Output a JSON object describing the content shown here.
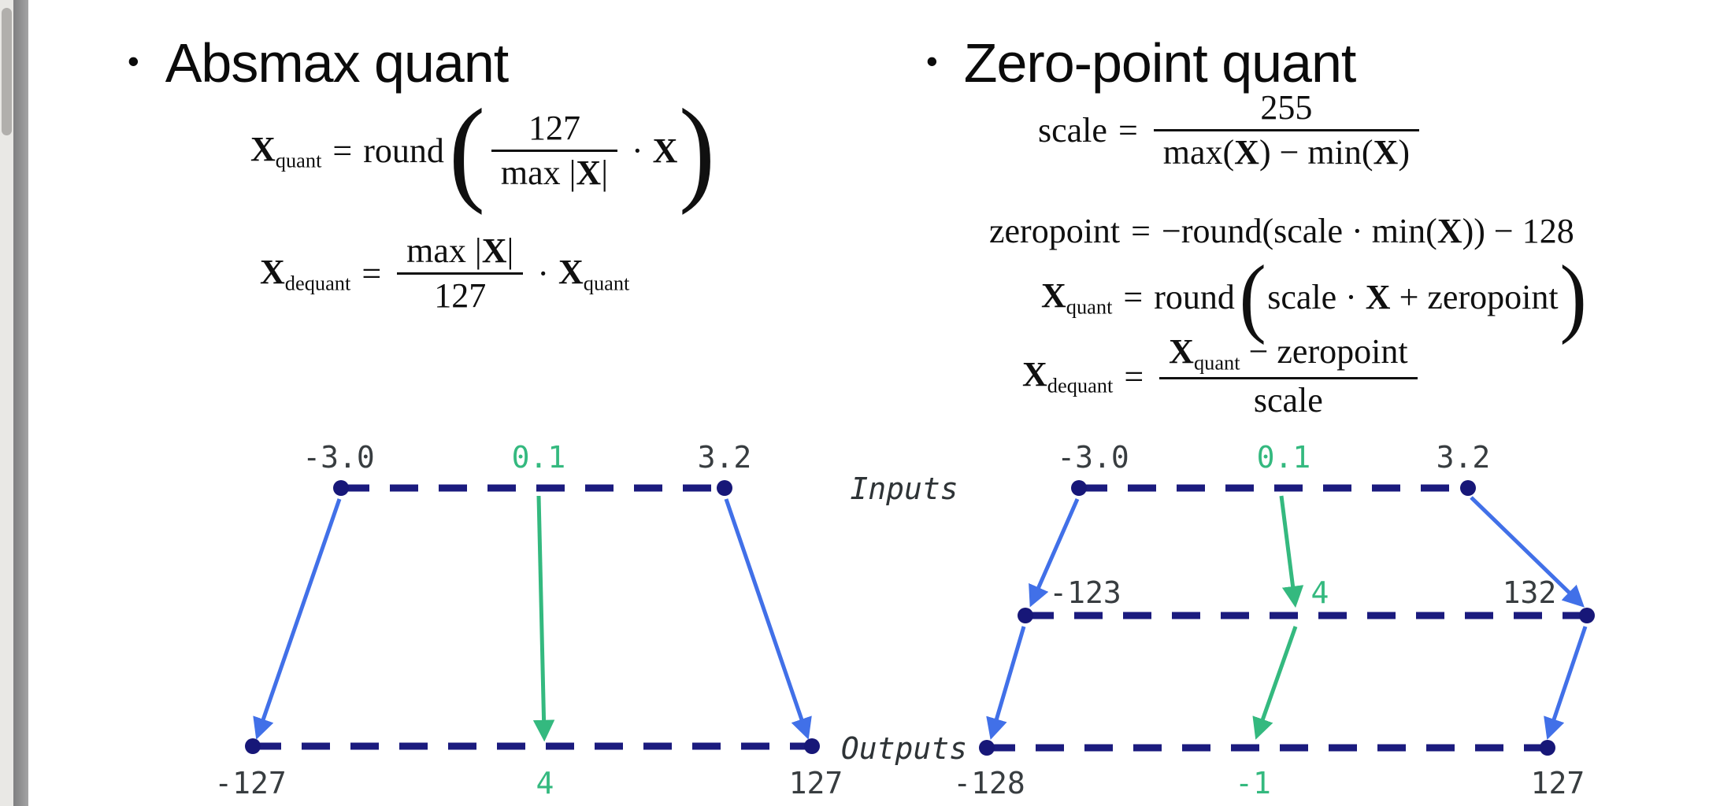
{
  "slide": {
    "absmax": {
      "bullet": "•",
      "title": "Absmax quant",
      "f1": {
        "lhs": "X",
        "lhs_sub": "quant",
        "rel": "=",
        "fn": "round",
        "pl": "(",
        "num": "127",
        "den_pre": "max |",
        "den_x": "X",
        "den_post": "|",
        "dot": "·",
        "rhs": "X",
        "pr": ")"
      },
      "f2": {
        "lhs": "X",
        "lhs_sub": "dequant",
        "rel": "=",
        "num_pre": "max |",
        "num_x": "X",
        "num_post": "|",
        "den": "127",
        "dot": "·",
        "rhs": "X",
        "rhs_sub": "quant"
      }
    },
    "zeropoint": {
      "bullet": "•",
      "title": "Zero-point quant",
      "f1": {
        "lhs": "scale",
        "rel": "=",
        "num": "255",
        "den_a": "max(",
        "den_x1": "X",
        "den_b": ") − min(",
        "den_x2": "X",
        "den_c": ")"
      },
      "f2": {
        "lhs": "zeropoint",
        "rel": "=",
        "pre": "−round(scale · min(",
        "x": "X",
        "post": ")) − 128"
      },
      "f3": {
        "lhs": "X",
        "lhs_sub": "quant",
        "rel": "=",
        "fn": "round",
        "pl": "(",
        "pre": "scale · ",
        "x": "X",
        "post": " + zeropoint",
        "pr": ")"
      },
      "f4": {
        "lhs": "X",
        "lhs_sub": "dequant",
        "rel": "=",
        "num_x": "X",
        "num_sub": "quant",
        "num_post": " − zeropoint",
        "den": "scale"
      }
    }
  },
  "labels": {
    "inputs": "Inputs",
    "outputs": "Outputs"
  },
  "diagrams": {
    "absmax": {
      "inputs": [
        "-3.0",
        "0.1",
        "3.2"
      ],
      "outputs": [
        "-127",
        "4",
        "127"
      ]
    },
    "zeropoint": {
      "inputs": [
        "-3.0",
        "0.1",
        "3.2"
      ],
      "intermediate": [
        "-123",
        "4",
        "132"
      ],
      "outputs": [
        "-128",
        "-1",
        "127"
      ]
    }
  },
  "colors": {
    "navy": "#1b1b7e",
    "blue": "#4170e8",
    "green": "#34b97f",
    "label_gray": "#383d40"
  }
}
